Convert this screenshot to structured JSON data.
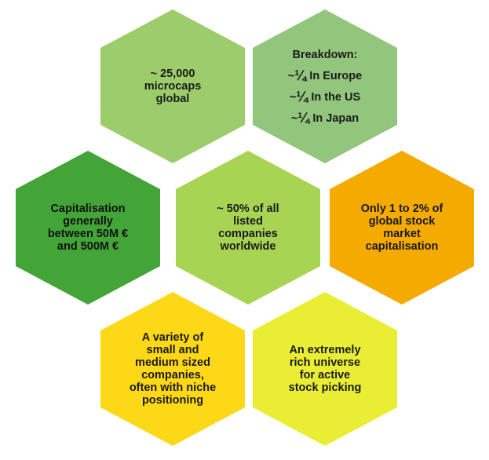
{
  "hexagons": [
    {
      "id": "count",
      "fill": "#9ccd6a",
      "lines": [
        "~ 25,000",
        "microcaps",
        "global"
      ]
    },
    {
      "id": "breakdown",
      "fill": "#92c67d",
      "title": "Breakdown:",
      "items": [
        {
          "prefix": "~",
          "fraction": "¼",
          "text": " In Europe"
        },
        {
          "prefix": "~",
          "fraction": "¼",
          "text": " In the US"
        },
        {
          "prefix": "~",
          "fraction": "¼",
          "text": " In Japan"
        }
      ]
    },
    {
      "id": "capitalisation",
      "fill": "#43a437",
      "lines": [
        "Capitalisation",
        "generally",
        "between 50M €",
        "and 500M €"
      ]
    },
    {
      "id": "share-listed",
      "fill": "#a8d453",
      "lines": [
        "~ 50% of all",
        "listed",
        "companies",
        "worldwide"
      ]
    },
    {
      "id": "market-cap",
      "fill": "#f5aa00",
      "lines": [
        "Only 1 to 2% of",
        "global stock",
        "market",
        "capitalisation"
      ]
    },
    {
      "id": "variety",
      "fill": "#fdd817",
      "lines": [
        "A variety of",
        "small and",
        "medium sized",
        "companies,",
        "often with niche",
        "positioning"
      ]
    },
    {
      "id": "universe",
      "fill": "#e9ee35",
      "lines": [
        "An extremely",
        "rich universe",
        "for active",
        "stock picking"
      ]
    }
  ]
}
